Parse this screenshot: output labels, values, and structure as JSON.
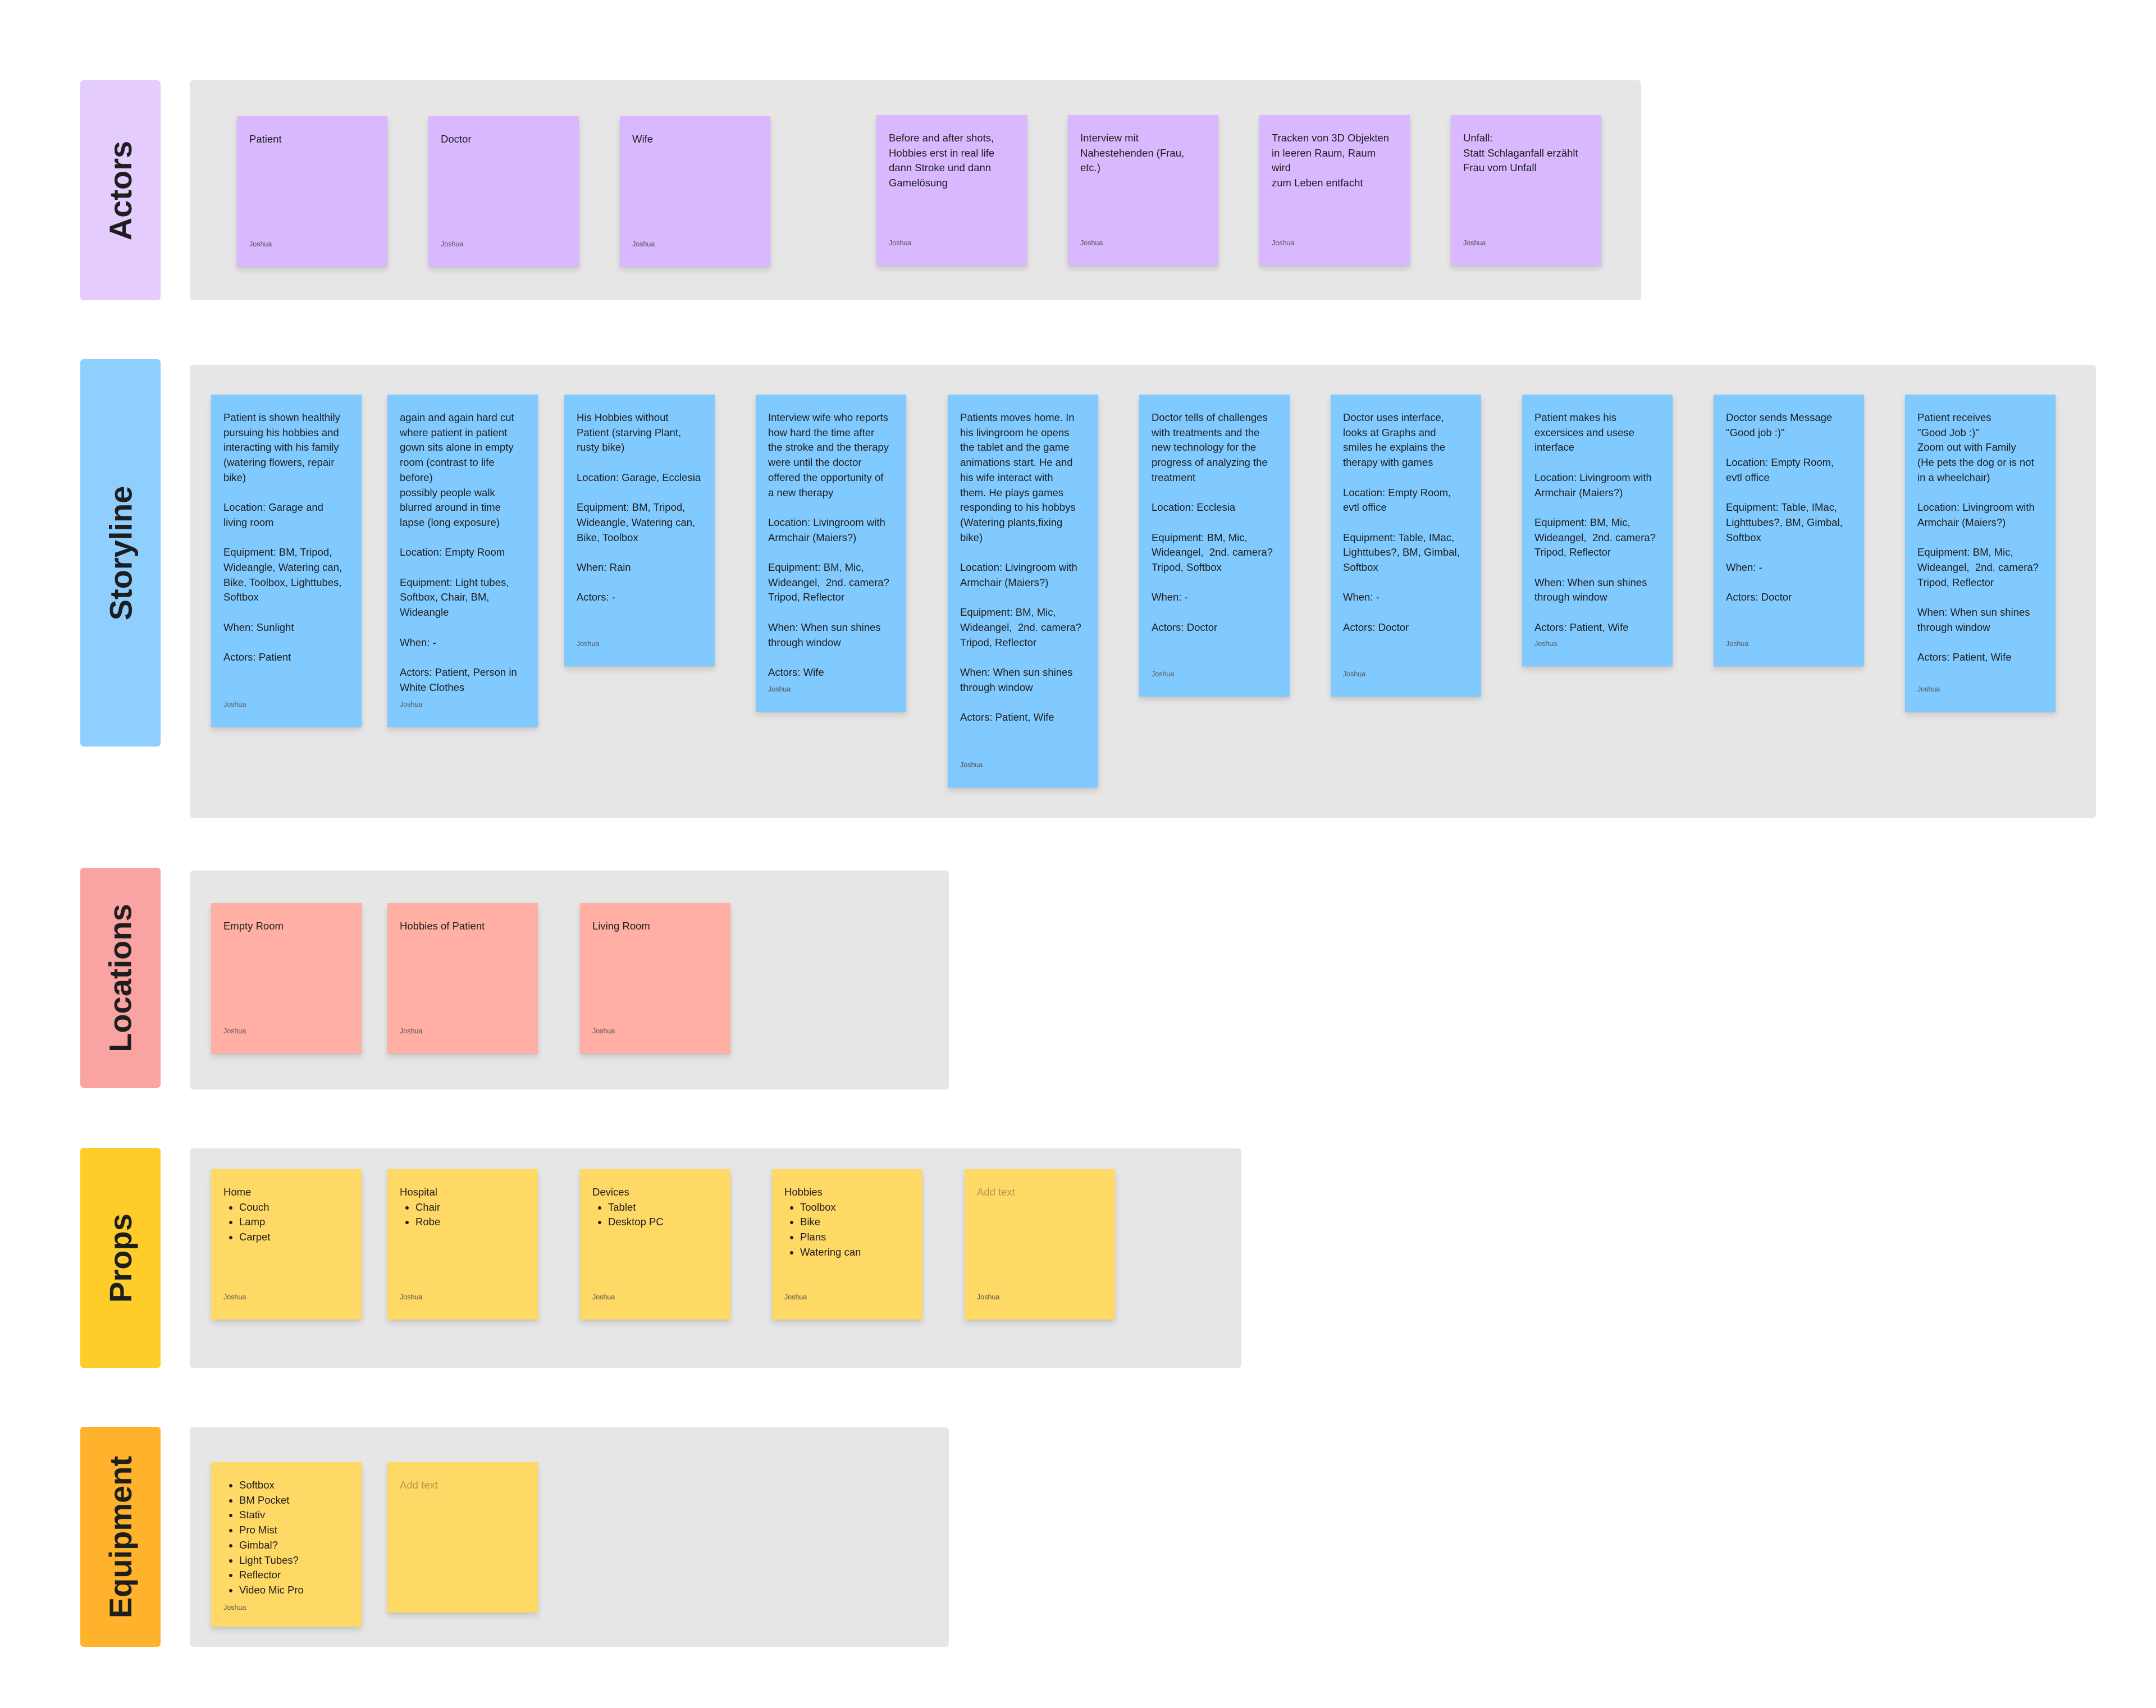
{
  "colors": {
    "actors_label": "#e4ccff",
    "storyline_label": "#8fcfff",
    "locations_label": "#f9a3a3",
    "props_label": "#ffcd29",
    "equipment_label": "#ffb22c",
    "section_bg": "#e6e6e6",
    "sticky_purple": "#d9b8ff",
    "sticky_blue": "#80caff",
    "sticky_pink": "#ffafa3",
    "sticky_yellow": "#ffd966"
  },
  "sections": {
    "actors": {
      "label": "Actors",
      "notes": [
        {
          "text": "Patient",
          "author": "Joshua"
        },
        {
          "text": "Doctor",
          "author": "Joshua"
        },
        {
          "text": "Wife",
          "author": "Joshua"
        },
        {
          "text": "Before and after shots,\nHobbies erst in real life\ndann Stroke und dann\nGamelösung",
          "author": "Joshua"
        },
        {
          "text": "Interview mit\nNahestehenden (Frau,\netc.)",
          "author": "Joshua"
        },
        {
          "text": "Tracken von 3D Objekten\nin leeren Raum, Raum wird\nzum Leben entfacht",
          "author": "Joshua"
        },
        {
          "text": "Unfall:\nStatt Schlaganfall erzählt\nFrau vom Unfall",
          "author": "Joshua"
        }
      ]
    },
    "storyline": {
      "label": "Storyline",
      "notes": [
        {
          "text": "Patient is shown healthily\npursuing his hobbies and\ninteracting with his family\n(watering flowers, repair\nbike)\n\nLocation: Garage and\nliving room\n\nEquipment: BM, Tripod,\nWideangle, Watering can,\nBike, Toolbox, Lighttubes,\nSoftbox\n\nWhen: Sunlight\n\nActors: Patient",
          "author": "Joshua"
        },
        {
          "text": "again and again hard cut\nwhere patient in patient\ngown sits alone in empty\nroom (contrast to life\nbefore)\npossibly people walk\nblurred around in time\nlapse (long exposure)\n\nLocation: Empty Room\n\nEquipment: Light tubes,\nSoftbox, Chair, BM,\nWideangle\n\nWhen: -\n\nActors: Patient, Person in\nWhite Clothes",
          "author": "Joshua"
        },
        {
          "text": "His Hobbies without\nPatient (starving Plant,\nrusty bike)\n\nLocation: Garage, Ecclesia\n\nEquipment: BM, Tripod,\nWideangle, Watering can,\nBike, Toolbox\n\nWhen: Rain\n\nActors: -",
          "author": "Joshua"
        },
        {
          "text": "Interview wife who reports\nhow hard the time after\nthe stroke and the therapy\nwere until the doctor\noffered the opportunity of\na new therapy\n\nLocation: Livingroom with\nArmchair (Maiers?)\n\nEquipment: BM, Mic,\nWideangel,  2nd. camera?\nTripod, Reflector\n\nWhen: When sun shines\nthrough window\n\nActors: Wife",
          "author": "Joshua"
        },
        {
          "text": "Patients moves home. In\nhis livingroom he opens\nthe tablet and the game\nanimations start. He and\nhis wife interact with\nthem. He plays games\nresponding to his hobbys\n(Watering plants,fixing\nbike)\n\nLocation: Livingroom with\nArmchair (Maiers?)\n\nEquipment: BM, Mic,\nWideangel,  2nd. camera?\nTripod, Reflector\n\nWhen: When sun shines\nthrough window\n\nActors: Patient, Wife",
          "author": "Joshua"
        },
        {
          "text": "Doctor tells of challenges\nwith treatments and the\nnew technology for the\nprogress of analyzing the\ntreatment\n\nLocation: Ecclesia\n\nEquipment: BM, Mic,\nWideangel,  2nd. camera?\nTripod, Softbox\n\nWhen: -\n\nActors: Doctor",
          "author": "Joshua"
        },
        {
          "text": "Doctor uses interface,\nlooks at Graphs and\nsmiles he explains the\ntherapy with games\n\nLocation: Empty Room,\nevtl office\n\nEquipment: Table, IMac,\nLighttubes?, BM, Gimbal,\nSoftbox\n\nWhen: -\n\nActors: Doctor",
          "author": "Joshua"
        },
        {
          "text": "Patient makes his\nexcersices and usese\ninterface\n\nLocation: Livingroom with\nArmchair (Maiers?)\n\nEquipment: BM, Mic,\nWideangel,  2nd. camera?\nTripod, Reflector\n\nWhen: When sun shines\nthrough window\n\nActors: Patient, Wife",
          "author": "Joshua"
        },
        {
          "text": "Doctor sends Message\n\"Good job :)\"\n\nLocation: Empty Room,\nevtl office\n\nEquipment: Table, IMac,\nLighttubes?, BM, Gimbal,\nSoftbox\n\nWhen: -\n\nActors: Doctor",
          "author": "Joshua"
        },
        {
          "text": "Patient receives\n\"Good Job :)\"\nZoom out with Family\n(He pets the dog or is not\nin a wheelchair)\n\nLocation: Livingroom with\nArmchair (Maiers?)\n\nEquipment: BM, Mic,\nWideangel,  2nd. camera?\nTripod, Reflector\n\nWhen: When sun shines\nthrough window\n\nActors: Patient, Wife",
          "author": "Joshua"
        }
      ]
    },
    "locations": {
      "label": "Locations",
      "notes": [
        {
          "text": "Empty Room",
          "author": "Joshua"
        },
        {
          "text": "Hobbies of Patient",
          "author": "Joshua"
        },
        {
          "text": "Living Room",
          "author": "Joshua"
        }
      ]
    },
    "props": {
      "label": "Props",
      "notes": [
        {
          "title": "Home",
          "items": [
            "Couch",
            "Lamp",
            "Carpet"
          ],
          "author": "Joshua"
        },
        {
          "title": "Hospital",
          "items": [
            "Chair",
            "Robe"
          ],
          "author": "Joshua"
        },
        {
          "title": "Devices",
          "items": [
            "Tablet",
            "Desktop PC"
          ],
          "author": "Joshua"
        },
        {
          "title": "Hobbies",
          "items": [
            "Toolbox",
            "Bike",
            "Plans",
            "Watering can"
          ],
          "author": "Joshua"
        },
        {
          "placeholder": "Add text",
          "author": "Joshua"
        }
      ]
    },
    "equipment": {
      "label": "Equipment",
      "notes": [
        {
          "items": [
            "Softbox",
            "BM Pocket",
            "Stativ",
            "Pro Mist",
            "Gimbal?",
            "Light Tubes?",
            "Reflector",
            "Video Mic Pro"
          ],
          "author": "Joshua"
        },
        {
          "placeholder": "Add text"
        }
      ]
    }
  }
}
